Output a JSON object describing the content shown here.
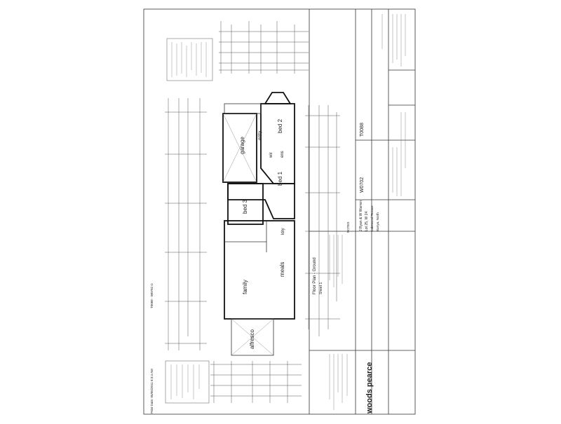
{
  "document": {
    "title": "Floor Plan - Ground",
    "sheet": "Sheet 1",
    "rooms": {
      "garage": "garage",
      "entry": "entry",
      "bed1": "bed 1",
      "bed2": "bed 2",
      "bed3": "bed 3",
      "wir": "wir",
      "ens": "ens",
      "family": "family",
      "meals": "meals",
      "alfresco": "alfresco",
      "ldry": "ldry"
    },
    "titleblock": {
      "client": "J Ryan & W Warren",
      "lot": "Lot 25, W 24",
      "suburb": "Lakewood Terrace",
      "address": "Burrya, North",
      "job_no": "T0088",
      "drawing_no": "W0702",
      "company": "woods pearce"
    },
    "footer_left": "Print Date: 05/05/2011 8:3:4 AM",
    "footer_right": "T0088 - W0702 G",
    "note_headers": [
      "NOTES"
    ]
  }
}
